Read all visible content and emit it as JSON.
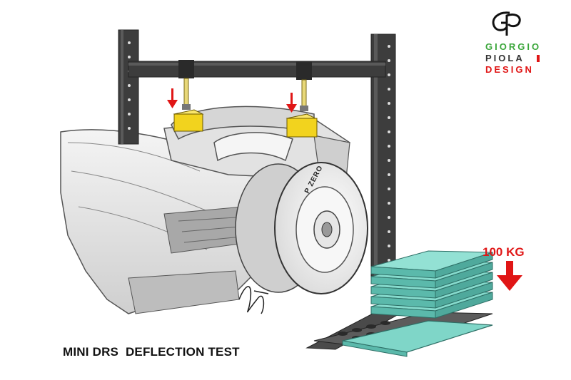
{
  "caption": "MINI DRS  DEFLECTION TEST",
  "load_label": "100 KG",
  "brand": {
    "line1": "GIORGIO",
    "line2": "PIOLA",
    "line3": "DESIGN",
    "colors": {
      "green": "#3aa63a",
      "dark": "#333333",
      "red": "#e01616"
    }
  },
  "tyre_marking": "P ZERO",
  "icons": [
    "down-arrow-icon",
    "down-arrow-icon",
    "big-down-arrow-icon",
    "gp-logo-mark"
  ],
  "colors": {
    "rig": "#3d3d3d",
    "weight_block": "#f2d31e",
    "plates": "#7fd6c8",
    "arrow": "#e01616"
  }
}
